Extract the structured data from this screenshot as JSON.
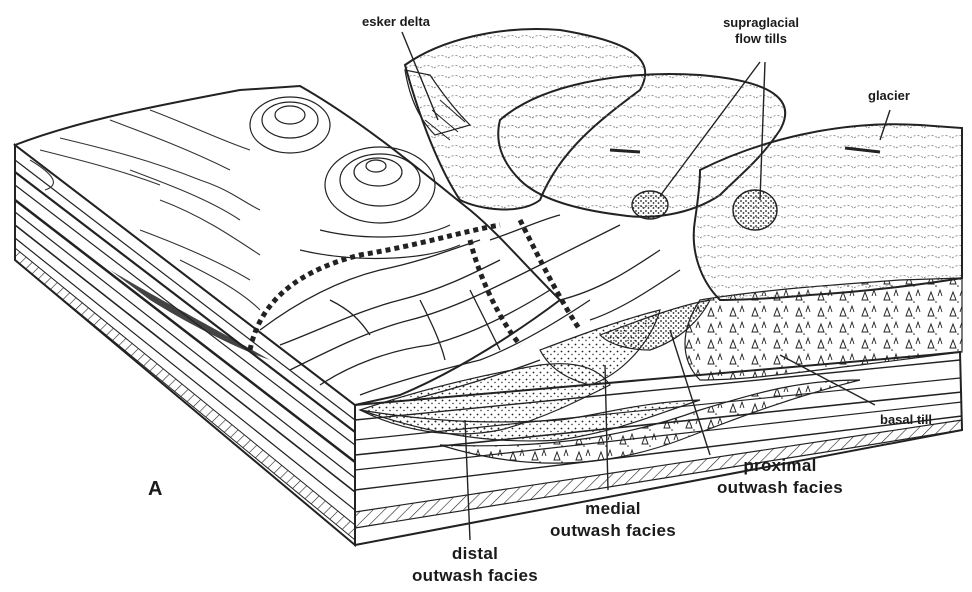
{
  "figure": {
    "panel_letter": "A",
    "labels": {
      "esker_delta": "esker delta",
      "supraglacial_1": "supraglacial",
      "supraglacial_2": "flow tills",
      "glacier": "glacier",
      "basal_till": "basal till",
      "proximal_1": "proximal",
      "proximal_2": "outwash facies",
      "medial_1": "medial",
      "medial_2": "outwash facies",
      "distal_1": "distal",
      "distal_2": "outwash facies"
    }
  }
}
